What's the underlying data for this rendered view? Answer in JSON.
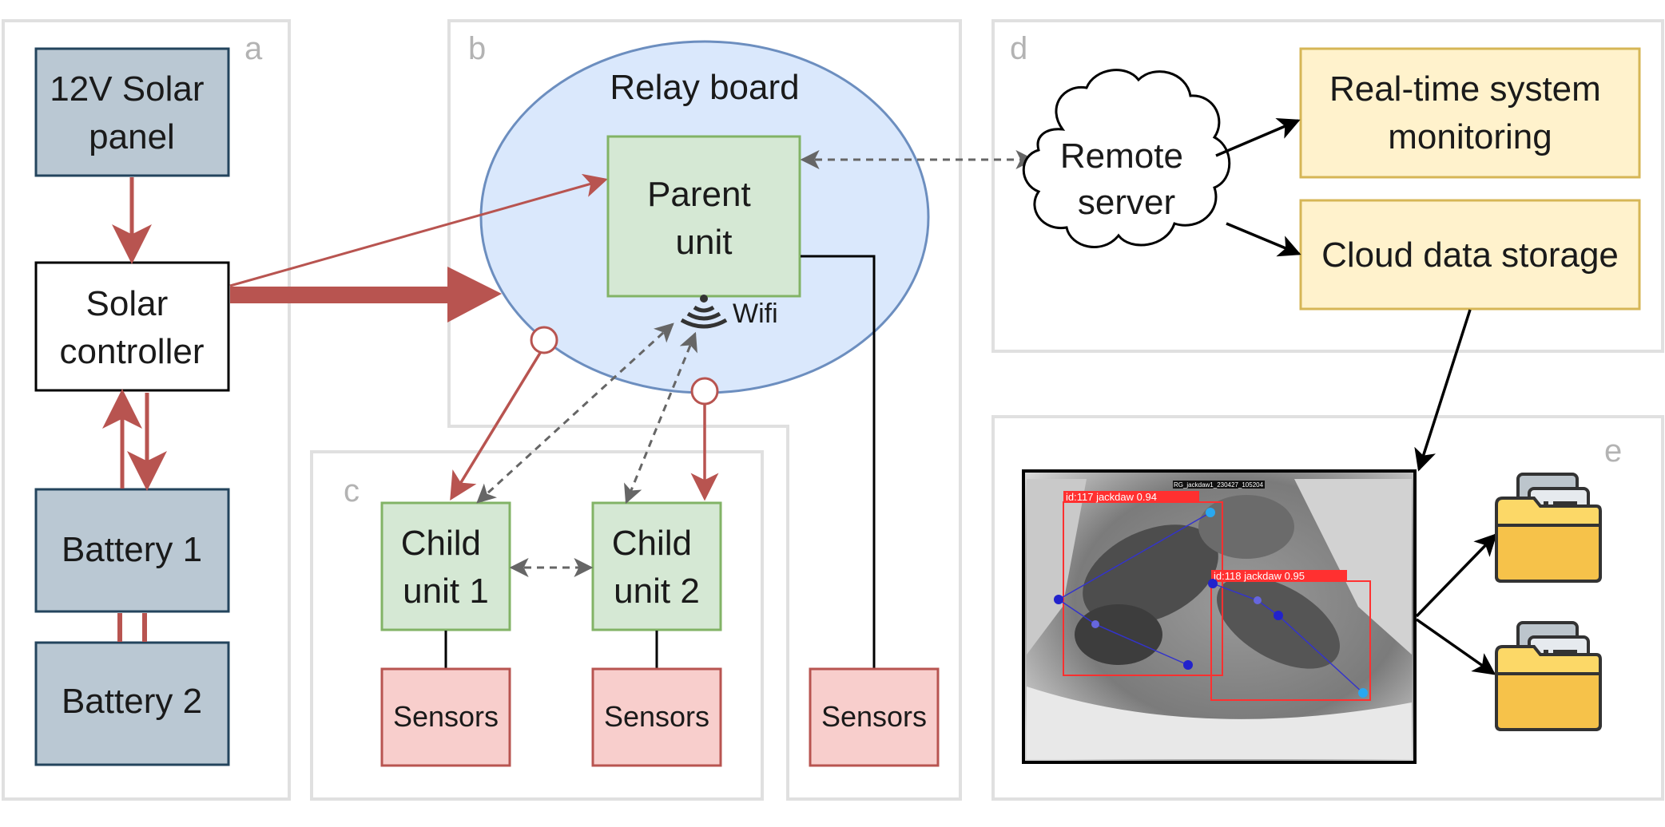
{
  "panels": {
    "a": "a",
    "b": "b",
    "c": "c",
    "d": "d",
    "e": "e"
  },
  "power": {
    "solar_panel": [
      "12V Solar",
      "panel"
    ],
    "solar_controller": [
      "Solar",
      "controller"
    ],
    "battery1": "Battery 1",
    "battery2": "Battery 2"
  },
  "relay": {
    "title": "Relay board",
    "parent_unit": [
      "Parent",
      "unit"
    ],
    "wifi_label": "Wifi"
  },
  "children": {
    "child1": [
      "Child",
      "unit 1"
    ],
    "child2": [
      "Child",
      "unit 2"
    ]
  },
  "sensors": {
    "label": "Sensors"
  },
  "cloud": {
    "remote_server": [
      "Remote",
      "server"
    ],
    "monitoring": [
      "Real-time system",
      "monitoring"
    ],
    "storage": "Cloud data storage"
  },
  "detection": {
    "frame_title": "RG_jackdaw1_230427_105204",
    "box1_label": "id:117  jackdaw  0.94",
    "box2_label": "id:118  jackdaw  0.95"
  },
  "colors": {
    "power_red": "#b85450",
    "slate_fill": "#bac8d3",
    "slate_stroke": "#23445d",
    "green_fill": "#d5e8d4",
    "green_stroke": "#82b366",
    "yellow_fill": "#fff2cc",
    "yellow_stroke": "#d6b656",
    "pink_fill": "#f8cecc",
    "blue_fill": "#dae8fc",
    "blue_stroke": "#6c8ebf",
    "panel_border": "#e0e0e0",
    "folder_yellow": "#fcd867"
  }
}
